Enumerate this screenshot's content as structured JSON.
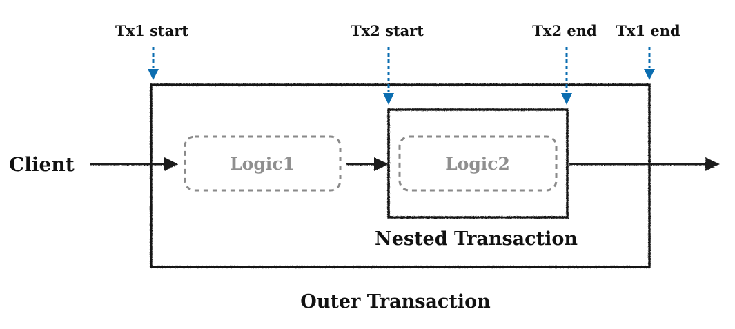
{
  "markers": {
    "tx1_start": "Tx1 start",
    "tx2_start": "Tx2 start",
    "tx2_end": "Tx2 end",
    "tx1_end": "Tx1 end"
  },
  "client_label": "Client",
  "logic1_label": "Logic1",
  "logic2_label": "Logic2",
  "nested_label": "Nested Transaction",
  "outer_label": "Outer Transaction",
  "colors": {
    "marker_arrow": "#0b6db0",
    "box_stroke": "#141414",
    "logic_stroke": "#8a8a8a",
    "logic_text": "#8f8f8f",
    "label_text": "#111111"
  }
}
